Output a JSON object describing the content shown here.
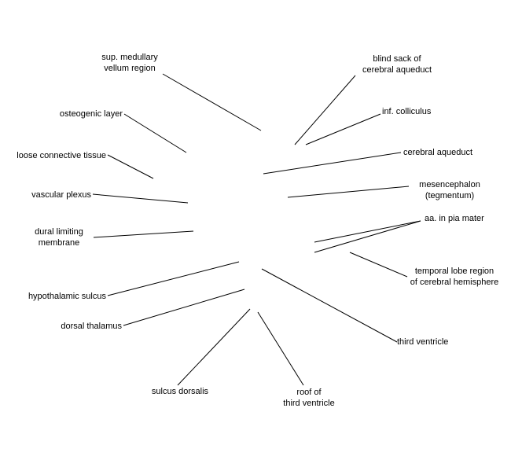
{
  "labels": {
    "sup_medullary_vellum": [
      "sup. medullary",
      "vellum region"
    ],
    "osteogenic_layer": [
      "osteogenic layer"
    ],
    "loose_connective_tissue": [
      "loose connective tissue"
    ],
    "vascular_plexus": [
      "vascular plexus"
    ],
    "dural_limiting_membrane": [
      "dural limiting",
      "membrane"
    ],
    "hypothalamic_sulcus": [
      "hypothalamic sulcus"
    ],
    "dorsal_thalamus": [
      "dorsal thalamus"
    ],
    "sulcus_dorsalis": [
      "sulcus dorsalis"
    ],
    "roof_third_ventricle": [
      "roof of",
      "third ventricle"
    ],
    "third_ventricle": [
      "third ventricle"
    ],
    "temporal_lobe": [
      "temporal lobe region",
      "of cerebral hemisphere"
    ],
    "aa_pia_mater": [
      "aa. in pia mater"
    ],
    "mesencephalon": [
      "mesencephalon",
      "(tegmentum)"
    ],
    "cerebral_aqueduct": [
      "cerebral aqueduct"
    ],
    "inf_colliculus": [
      "inf. colliculus"
    ],
    "blind_sack": [
      "blind sack of",
      "cerebral aqueduct"
    ]
  }
}
